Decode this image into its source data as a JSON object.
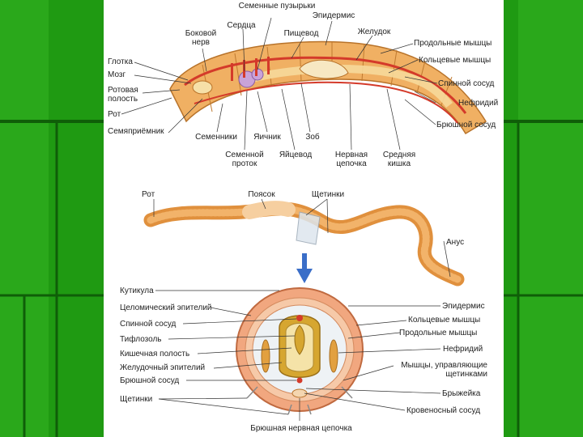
{
  "colors": {
    "background_green": "#1f9a12",
    "slide_white": "#ffffff",
    "worm_orange": "#e69a45",
    "vessel_red": "#d43a2a",
    "arrow_blue": "#3a6ec8"
  },
  "top_figure": {
    "top_labels": {
      "seminal_vesicles": "Семенные пузырьки",
      "hearts": "Сердца",
      "lateral_nerve": "Боковой нерв",
      "epidermis": "Эпидермис",
      "esophagus": "Пищевод",
      "stomach": "Желудок"
    },
    "left_labels": {
      "pharynx": "Глотка",
      "brain": "Мозг",
      "mouth_cavity": "Ротовая полость",
      "mouth": "Рот",
      "seminal_receptacle": "Семяприёмник"
    },
    "right_labels": {
      "longitudinal_muscles": "Продольные мышцы",
      "circular_muscles": "Кольцевые мышцы",
      "dorsal_vessel": "Спинной сосуд",
      "nephridium": "Нефридий",
      "ventral_vessel": "Брюшной сосуд"
    },
    "bottom_labels": {
      "testes": "Семенники",
      "ovary": "Яичник",
      "crop": "Зоб",
      "sperm_duct": "Семенной проток",
      "oviduct": "Яйцевод",
      "nerve_chain": "Нервная цепочка",
      "midgut": "Средняя кишка"
    }
  },
  "middle_figure": {
    "mouth": "Рот",
    "clitellum": "Поясок",
    "setae": "Щетинки",
    "anus": "Анус"
  },
  "cross_section": {
    "left_labels": {
      "cuticle": "Кутикула",
      "coelomic_epithelium": "Целомический эпителий",
      "dorsal_vessel": "Спинной сосуд",
      "typhlosole": "Тифлозоль",
      "intestinal_cavity": "Кишечная полость",
      "gastric_epithelium": "Желудочный эпителий",
      "ventral_vessel": "Брюшной сосуд",
      "setae": "Щетинки"
    },
    "right_labels": {
      "epidermis": "Эпидермис",
      "circular_muscles": "Кольцевые мышцы",
      "longitudinal_muscles": "Продольные мышцы",
      "nephridium": "Нефридий",
      "setae_muscles": "Мышцы, управляющие щетинками",
      "mesentery": "Брыжейка",
      "blood_vessel": "Кровеносный сосуд"
    },
    "bottom_label": "Брюшная нервная цепочка"
  }
}
